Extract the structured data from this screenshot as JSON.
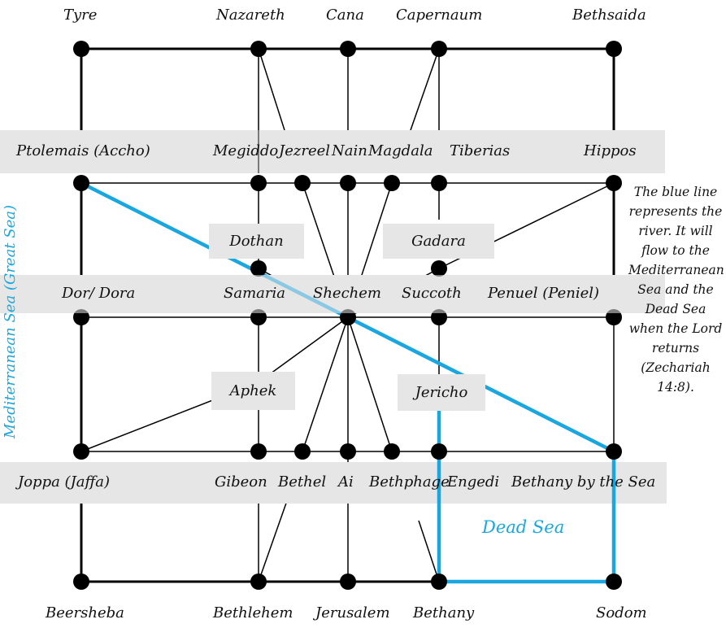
{
  "colors": {
    "river": "#1aa7e0",
    "band": "#e6e6e6",
    "line": "#000000",
    "node": "#000000"
  },
  "places": {
    "tyre": "Tyre",
    "nazareth": "Nazareth",
    "cana": "Cana",
    "capernaum": "Capernaum",
    "bethsaida": "Bethsaida",
    "ptolemais": "Ptolemais (Accho)",
    "megiddo": "Megiddo",
    "jezreel": "Jezreel",
    "nain": "Nain",
    "magdala": "Magdala",
    "tiberias": "Tiberias",
    "hippos": "Hippos",
    "dothan": "Dothan",
    "gadara": "Gadara",
    "dor": "Dor/ Dora",
    "samaria": "Samaria",
    "shechem": "Shechem",
    "succoth": "Succoth",
    "penuel": "Penuel (Peniel)",
    "aphek": "Aphek",
    "jericho": "Jericho",
    "joppa": "Joppa (Jaffa)",
    "gibeon": "Gibeon",
    "bethel": "Bethel",
    "ai": "Ai",
    "bethphage": "Bethphage",
    "engedi": "Engedi",
    "bethany_by_sea": "Bethany by the Sea",
    "beersheba": "Beersheba",
    "bethlehem": "Bethlehem",
    "jerusalem": "Jerusalem",
    "bethany": "Bethany",
    "sodom": "Sodom"
  },
  "seas": {
    "mediterranean": "Mediterranean Sea (Great Sea)",
    "dead": "Dead Sea"
  },
  "note": "The blue line represents the river. It will flow to the Mediterranean Sea and the Dead Sea when the Lord returns (Zechariah 14:8)."
}
